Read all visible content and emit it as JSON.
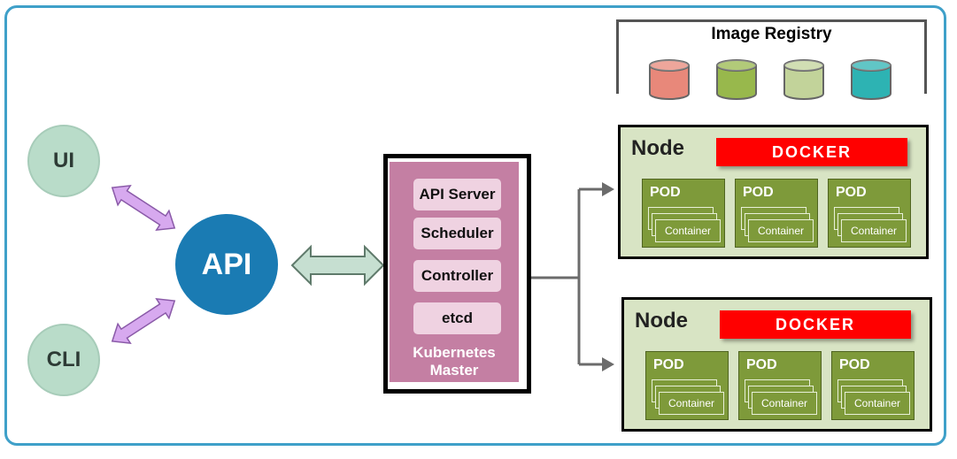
{
  "clients": {
    "ui_label": "UI",
    "cli_label": "CLI"
  },
  "api": {
    "label": "API"
  },
  "master": {
    "components": [
      "API Server",
      "Scheduler",
      "Controller",
      "etcd"
    ],
    "label_line1": "Kubernetes",
    "label_line2": "Master"
  },
  "registry": {
    "title": "Image Registry",
    "images": [
      {
        "color": "#e8887a"
      },
      {
        "color": "#98b84c"
      },
      {
        "color": "#c2d39a"
      },
      {
        "color": "#2db3b3"
      }
    ]
  },
  "nodes": [
    {
      "title": "Node",
      "runtime": "DOCKER",
      "pods": [
        {
          "label": "POD",
          "container": "Container"
        },
        {
          "label": "POD",
          "container": "Container"
        },
        {
          "label": "POD",
          "container": "Container"
        }
      ]
    },
    {
      "title": "Node",
      "runtime": "DOCKER",
      "pods": [
        {
          "label": "POD",
          "container": "Container"
        },
        {
          "label": "POD",
          "container": "Container"
        },
        {
          "label": "POD",
          "container": "Container"
        }
      ]
    }
  ],
  "colors": {
    "frame": "#3fa0c9",
    "client_circle": "#b9dcc9",
    "api_circle": "#1a7bb3",
    "client_arrow": "#d7a9ef",
    "api_arrow": "#c6dfd1",
    "master": "#c47fa3",
    "node_bg": "#d8e4c4",
    "pod": "#7e9a3a",
    "docker": "#ff0000"
  }
}
